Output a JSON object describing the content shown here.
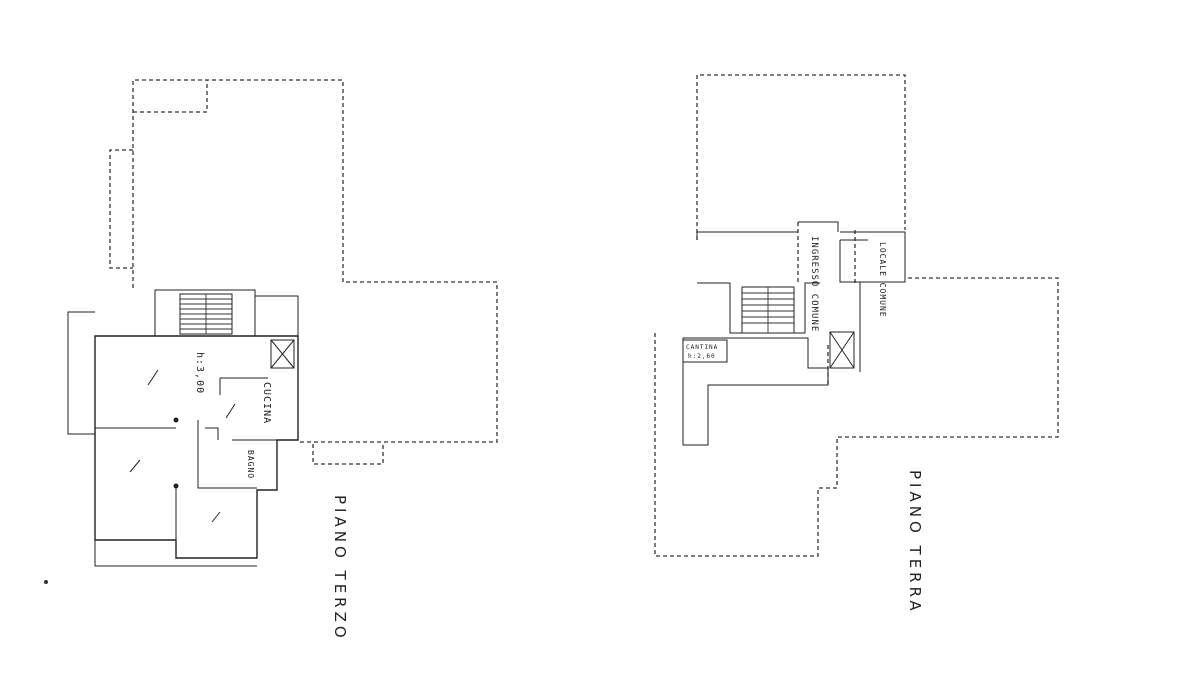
{
  "plans": {
    "left": {
      "title": "PIANO TERZO",
      "rooms": {
        "height": "h:3,00",
        "kitchen": "CUCINA",
        "bath": "BAGNO"
      }
    },
    "right": {
      "title": "PIANO TERRA",
      "rooms": {
        "entrance": "INGRESSO COMUNE",
        "common_room": "LOCALE COMUNE",
        "cellar": "CANTINA",
        "cellar_height": "h:2,60"
      }
    }
  }
}
